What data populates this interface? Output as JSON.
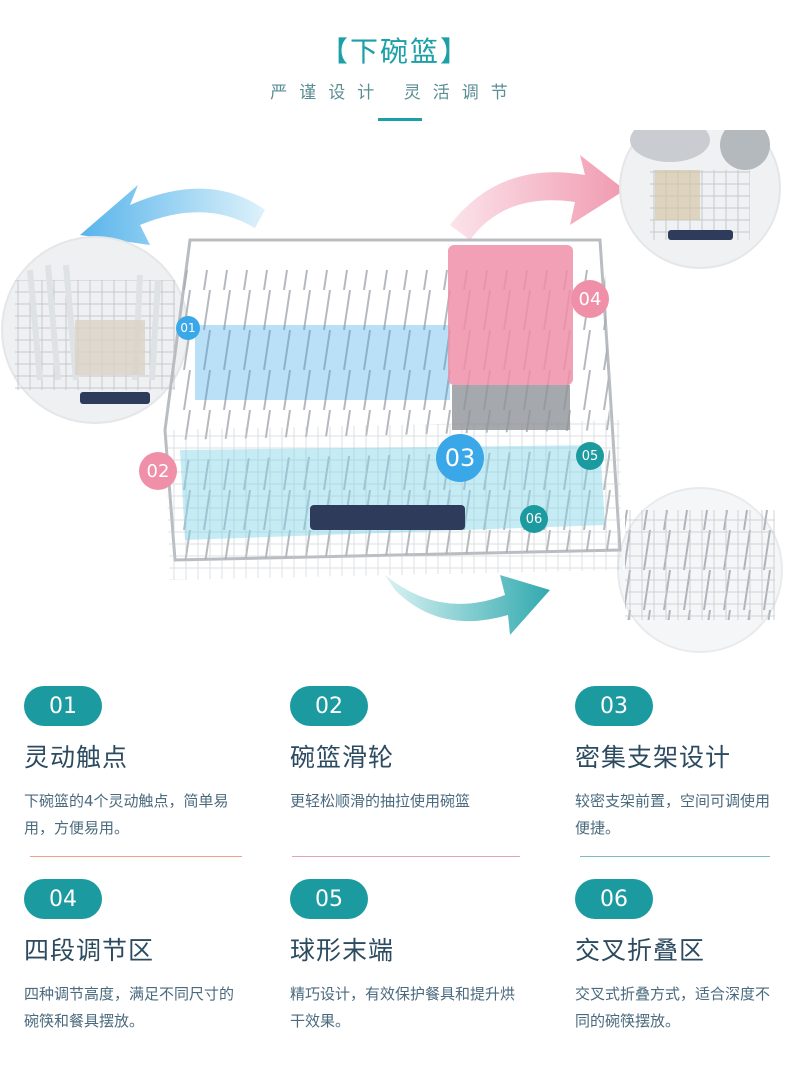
{
  "header": {
    "title": "【下碗篮】",
    "subtitle": "严谨设计 灵活调节"
  },
  "hero": {
    "markers": [
      "01",
      "02",
      "03",
      "04",
      "05",
      "06"
    ],
    "colors": {
      "teal": "#1aa0a6",
      "blue": "#3aa7e8",
      "pink": "#ef8fa8",
      "rack": "#b9bdc2"
    }
  },
  "features": [
    {
      "num": "01",
      "title": "灵动触点",
      "desc": "下碗篮的4个灵动触点，简单易用，方便易用。"
    },
    {
      "num": "02",
      "title": "碗篮滑轮",
      "desc": "更轻松顺滑的抽拉使用碗篮"
    },
    {
      "num": "03",
      "title": "密集支架设计",
      "desc": "较密支架前置，空间可调使用便捷。"
    },
    {
      "num": "04",
      "title": "四段调节区",
      "desc": "四种调节高度，满足不同尺寸的碗筷和餐具摆放。"
    },
    {
      "num": "05",
      "title": "球形末端",
      "desc": "精巧设计，有效保护餐具和提升烘干效果。"
    },
    {
      "num": "06",
      "title": "交叉折叠区",
      "desc": "交叉式折叠方式，适合深度不同的碗筷摆放。"
    }
  ]
}
